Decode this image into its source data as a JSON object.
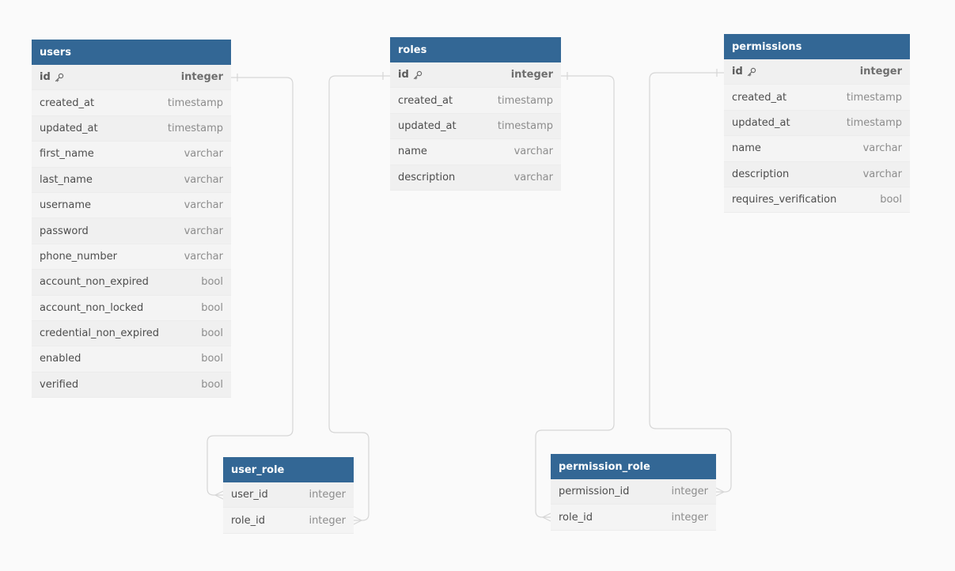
{
  "colors": {
    "header_bg": "#336795",
    "header_text": "#ffffff",
    "row_bg": "#f3f3f3",
    "connector": "#d6d6d6",
    "canvas_bg": "#fafafa"
  },
  "tables": [
    {
      "id": "users",
      "name": "users",
      "columns": [
        {
          "name": "id",
          "type": "integer",
          "pk": true
        },
        {
          "name": "created_at",
          "type": "timestamp"
        },
        {
          "name": "updated_at",
          "type": "timestamp"
        },
        {
          "name": "first_name",
          "type": "varchar"
        },
        {
          "name": "last_name",
          "type": "varchar"
        },
        {
          "name": "username",
          "type": "varchar"
        },
        {
          "name": "password",
          "type": "varchar"
        },
        {
          "name": "phone_number",
          "type": "varchar"
        },
        {
          "name": "account_non_expired",
          "type": "bool"
        },
        {
          "name": "account_non_locked",
          "type": "bool"
        },
        {
          "name": "credential_non_expired",
          "type": "bool"
        },
        {
          "name": "enabled",
          "type": "bool"
        },
        {
          "name": "verified",
          "type": "bool"
        }
      ]
    },
    {
      "id": "roles",
      "name": "roles",
      "columns": [
        {
          "name": "id",
          "type": "integer",
          "pk": true
        },
        {
          "name": "created_at",
          "type": "timestamp"
        },
        {
          "name": "updated_at",
          "type": "timestamp"
        },
        {
          "name": "name",
          "type": "varchar"
        },
        {
          "name": "description",
          "type": "varchar"
        }
      ]
    },
    {
      "id": "permissions",
      "name": "permissions",
      "columns": [
        {
          "name": "id",
          "type": "integer",
          "pk": true
        },
        {
          "name": "created_at",
          "type": "timestamp"
        },
        {
          "name": "updated_at",
          "type": "timestamp"
        },
        {
          "name": "name",
          "type": "varchar"
        },
        {
          "name": "description",
          "type": "varchar"
        },
        {
          "name": "requires_verification",
          "type": "bool"
        }
      ]
    },
    {
      "id": "user_role",
      "name": "user_role",
      "columns": [
        {
          "name": "user_id",
          "type": "integer"
        },
        {
          "name": "role_id",
          "type": "integer"
        }
      ]
    },
    {
      "id": "permission_role",
      "name": "permission_role",
      "columns": [
        {
          "name": "permission_id",
          "type": "integer"
        },
        {
          "name": "role_id",
          "type": "integer"
        }
      ]
    }
  ],
  "relationships": [
    {
      "from_table": "users",
      "from_column": "id",
      "to_table": "user_role",
      "to_column": "user_id",
      "cardinality": "one-to-many"
    },
    {
      "from_table": "roles",
      "from_column": "id",
      "to_table": "user_role",
      "to_column": "role_id",
      "cardinality": "one-to-many"
    },
    {
      "from_table": "roles",
      "from_column": "id",
      "to_table": "permission_role",
      "to_column": "role_id",
      "cardinality": "one-to-many"
    },
    {
      "from_table": "permissions",
      "from_column": "id",
      "to_table": "permission_role",
      "to_column": "permission_id",
      "cardinality": "one-to-many"
    }
  ]
}
